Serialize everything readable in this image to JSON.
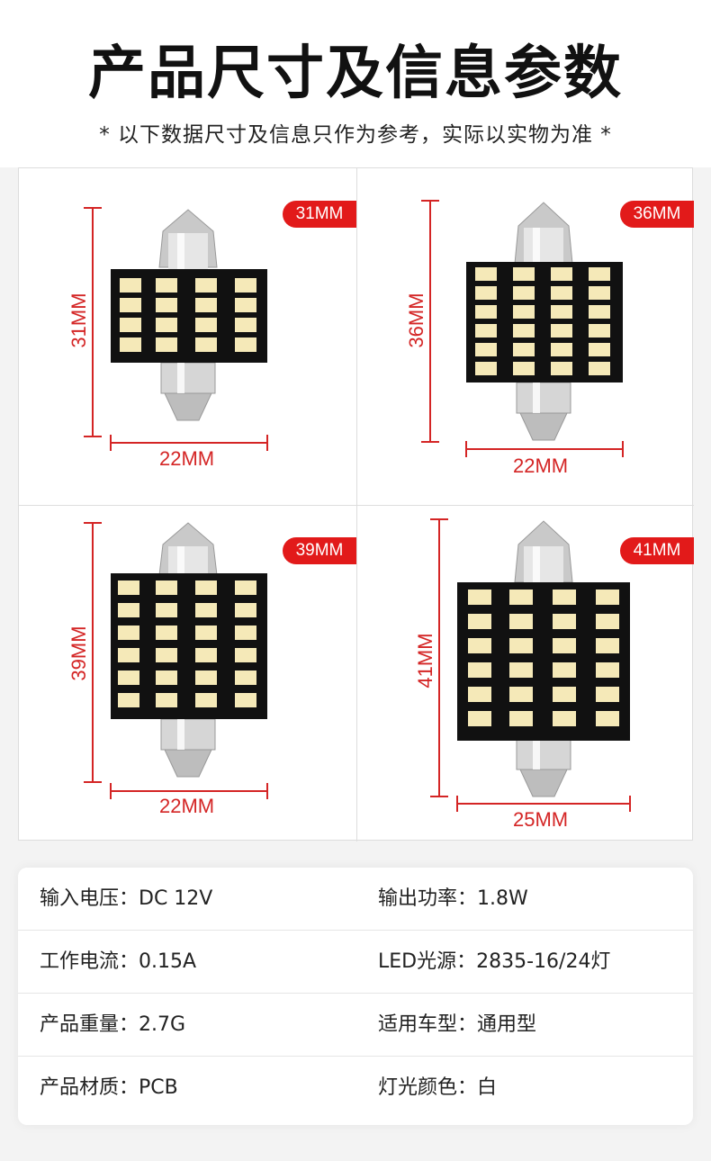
{
  "header": {
    "title": "产品尺寸及信息参数",
    "subtitle": "* 以下数据尺寸及信息只作为参考，实际以实物为准 *"
  },
  "variants": [
    {
      "badge": "31MM",
      "height_label": "31MM",
      "width_label": "22MM",
      "leds": 16
    },
    {
      "badge": "36MM",
      "height_label": "36MM",
      "width_label": "22MM",
      "leds": 24
    },
    {
      "badge": "39MM",
      "height_label": "39MM",
      "width_label": "22MM",
      "leds": 24
    },
    {
      "badge": "41MM",
      "height_label": "41MM",
      "width_label": "25MM",
      "leds": 24
    }
  ],
  "specs": [
    {
      "left": {
        "label": "输入电压：",
        "value": "DC 12V"
      },
      "right": {
        "label": "输出功率：",
        "value": "1.8W"
      }
    },
    {
      "left": {
        "label": "工作电流：",
        "value": "0.15A"
      },
      "right": {
        "label": "LED光源：",
        "value": "2835-16/24灯"
      }
    },
    {
      "left": {
        "label": "产品重量：",
        "value": "2.7G"
      },
      "right": {
        "label": "适用车型：",
        "value": "通用型"
      }
    },
    {
      "left": {
        "label": "产品材质：",
        "value": "PCB"
      },
      "right": {
        "label": "灯光颜色：",
        "value": "白"
      }
    }
  ],
  "colors": {
    "accent": "#e21a1a",
    "dimension": "#d42525",
    "led": "#f5e9b8",
    "pcb": "#111111"
  }
}
